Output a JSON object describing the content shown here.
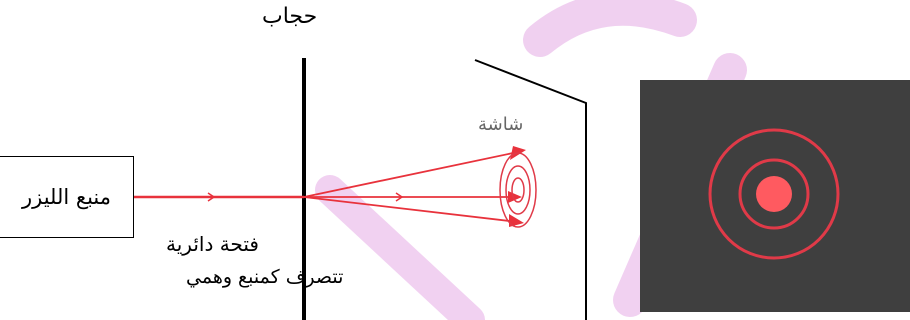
{
  "labels": {
    "barrier": "حجاب",
    "screen": "شاشة",
    "laser_source": "منبع الليزر",
    "circular_aperture": "فتحة دائرية",
    "acts_as_virtual_source": "تتصرف كمنبع وهمي"
  },
  "colors": {
    "beam": "#e8323c",
    "panel": "#3f3f3f",
    "spot": "#ff5a60",
    "ring": "#e03a48",
    "watermark": "#d67ad6"
  },
  "icons": [
    "arrowhead-icon"
  ]
}
